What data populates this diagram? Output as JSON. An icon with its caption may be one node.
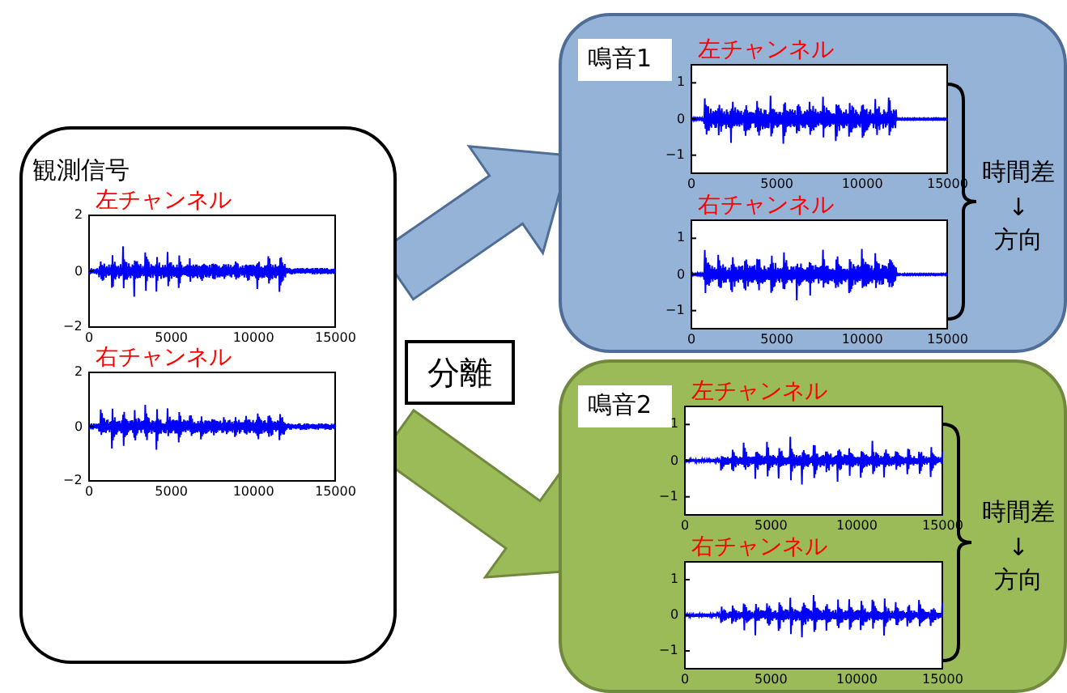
{
  "diagram": {
    "nodes": [
      {
        "text": [
          "観測信号"
        ]
      },
      {
        "text": [
          "鳴音1"
        ]
      },
      {
        "text": [
          "鳴音2"
        ]
      },
      {
        "text": [
          "分離"
        ]
      }
    ],
    "edges": [
      {
        "from": 0,
        "to": 1,
        "arrow": "to",
        "style": "thick",
        "color": "#95b3d7"
      },
      {
        "from": 0,
        "to": 2,
        "arrow": "to",
        "style": "thick",
        "color": "#9bbb59"
      }
    ],
    "labels": [
      "左チャンネル",
      "2",
      "0",
      "−2",
      "0",
      "5000",
      "10000",
      "15000",
      "右チャンネル",
      "2",
      "0",
      "−2",
      "0",
      "5000",
      "10000",
      "15000",
      "左チャンネル",
      "1",
      "0",
      "−1",
      "0",
      "5000",
      "10000",
      "15000",
      "右チャンネル",
      "1",
      "0",
      "−1",
      "0",
      "5000",
      "10000",
      "15000",
      "時間差",
      "↓",
      "方向",
      "左チャンネル",
      "1",
      "0",
      "−1",
      "0",
      "5000",
      "10000",
      "15000",
      "右チャンネル",
      "1",
      "0",
      "−1",
      "0",
      "5000",
      "10000",
      "15000",
      "時間差",
      "↓",
      "方向"
    ]
  }
}
